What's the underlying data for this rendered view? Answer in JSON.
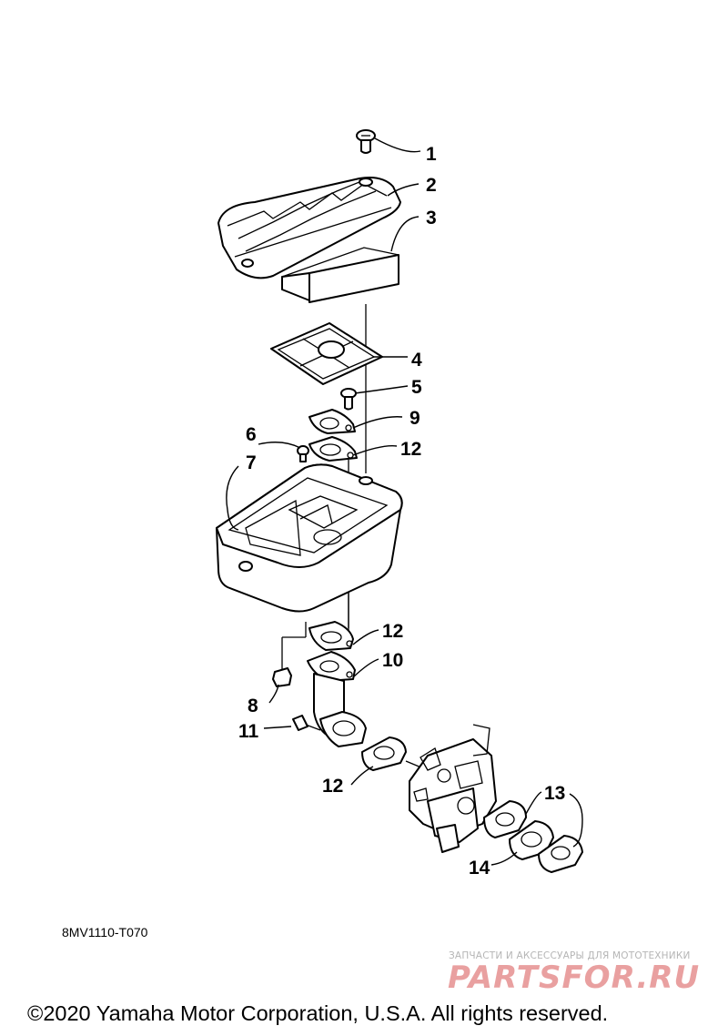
{
  "diagram": {
    "callouts": [
      "1",
      "2",
      "3",
      "4",
      "5",
      "9",
      "12",
      "6",
      "7",
      "12",
      "10",
      "8",
      "11",
      "12",
      "13",
      "14"
    ]
  },
  "drawing_code": "8MV1110-T070",
  "watermark": {
    "tagline": "ЗАПЧАСТИ И АКСЕССУАРЫ ДЛЯ МОТОТЕХНИКИ",
    "logo": "PARTSFOR.RU"
  },
  "copyright": "©2020 Yamaha Motor Corporation, U.S.A. All rights reserved."
}
